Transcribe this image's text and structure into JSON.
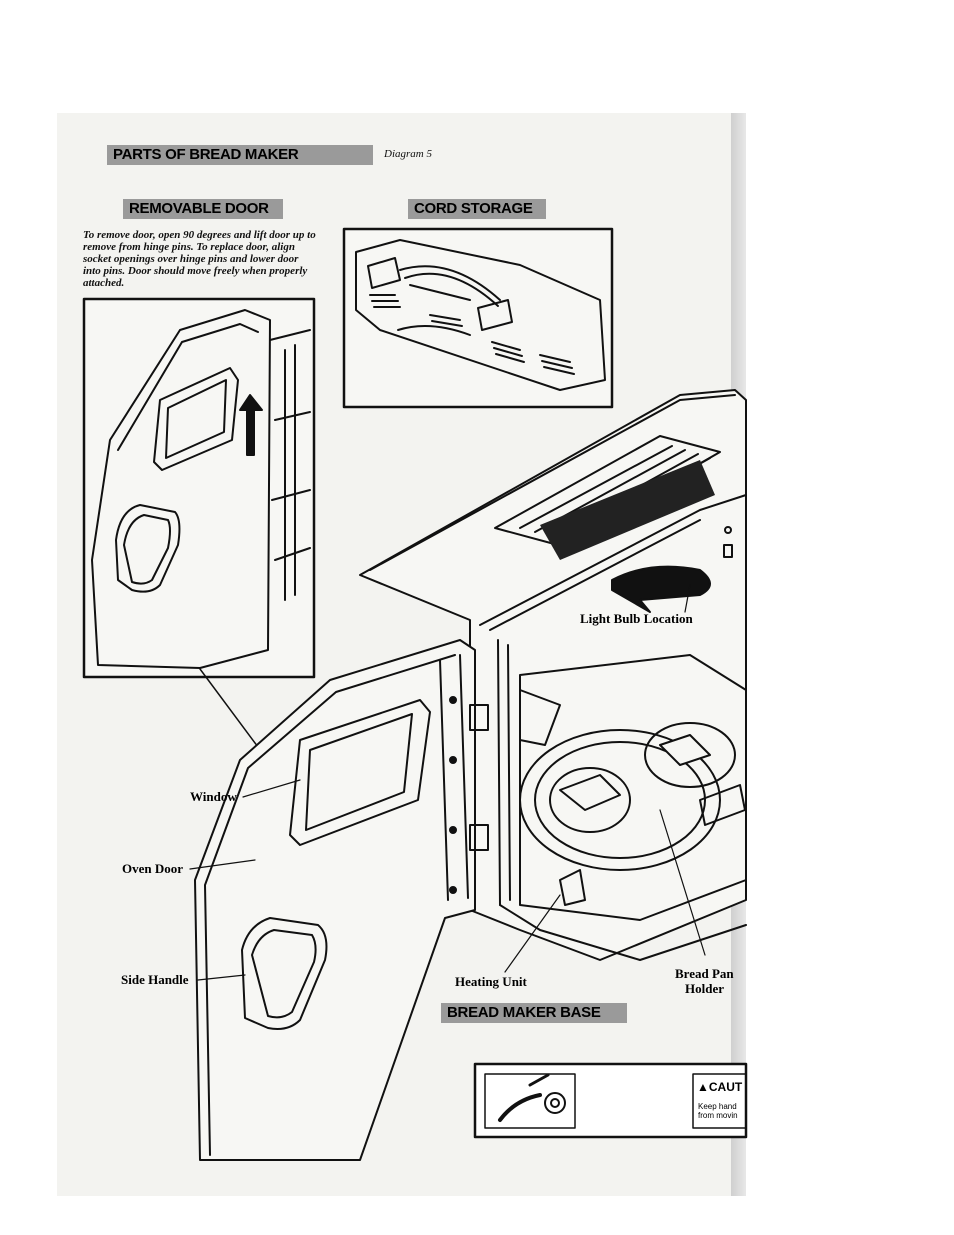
{
  "title": "PARTS OF BREAD MAKER",
  "diagram_label": "Diagram 5",
  "sections": {
    "removable_door": "REMOVABLE DOOR",
    "cord_storage": "CORD STORAGE",
    "bread_maker_base": "BREAD MAKER BASE"
  },
  "door_instructions": "To remove door, open 90 degrees and lift door up to remove from hinge pins. To replace door, align socket openings over hinge pins and lower door into pins. Door should move freely when properly attached.",
  "labels": {
    "light_bulb": "Light Bulb Location",
    "window": "Window",
    "oven_door": "Oven Door",
    "side_handle": "Side Handle",
    "heating_unit": "Heating Unit",
    "bread_pan_holder_1": "Bread Pan",
    "bread_pan_holder_2": "Holder"
  },
  "warning": {
    "heading": "CAUT",
    "line1": "Keep hand",
    "line2": "from movin"
  }
}
